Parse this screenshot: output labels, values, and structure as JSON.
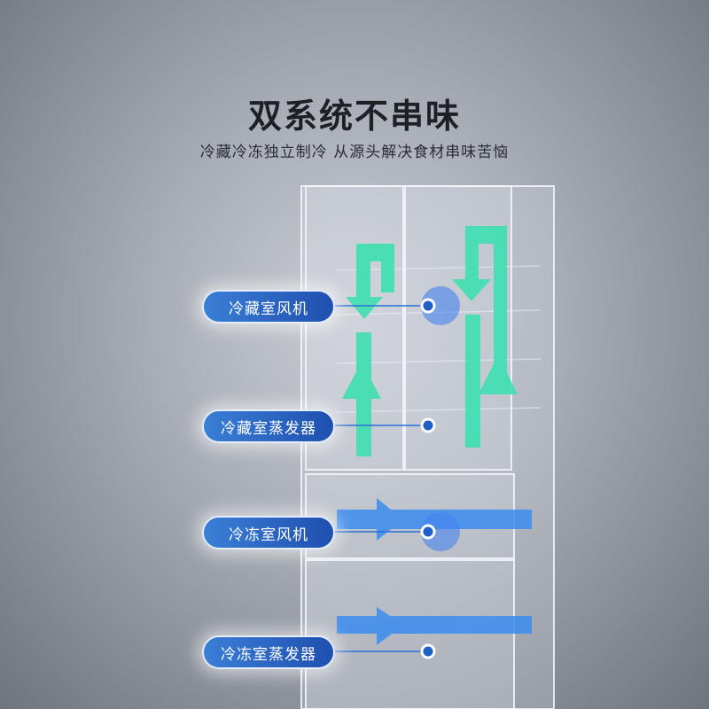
{
  "title": "双系统不串味",
  "subtitle": "冷藏冷冻独立制冷 从源头解决食材串味苦恼",
  "labels": [
    "冷藏室风机",
    "冷藏室蒸发器",
    "冷冻室风机",
    "冷冻室蒸发器"
  ],
  "colors": {
    "airflow": "#3fe0b0",
    "freezer_airflow": "#3a8cf0",
    "label_bg": "#2456b8",
    "marker": "#1f5fc8"
  }
}
